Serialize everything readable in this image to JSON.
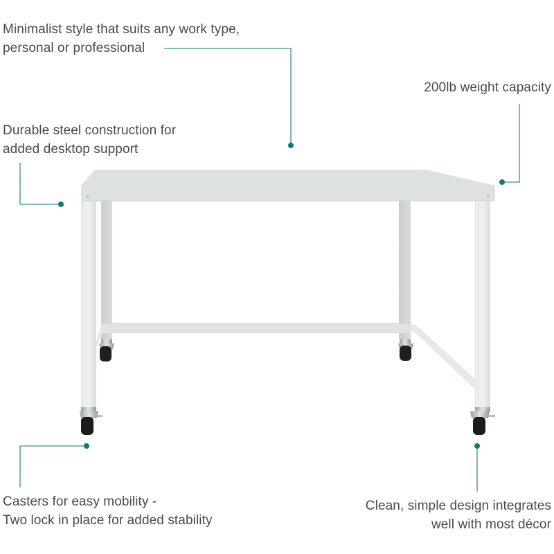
{
  "accent_color": "#0f7b7b",
  "line_color": "#5fa3a5",
  "product": {
    "name": "white-metal-rolling-desk",
    "desk_color": "#dde2de"
  },
  "callouts": [
    {
      "id": "style",
      "lines": [
        "Minimalist style that suits any work type,",
        "personal or professional"
      ]
    },
    {
      "id": "capacity",
      "lines": [
        "200lb weight capacity"
      ]
    },
    {
      "id": "construction",
      "lines": [
        "Durable steel construction for",
        "added desktop support"
      ]
    },
    {
      "id": "casters",
      "lines": [
        "Casters for easy mobility -",
        "Two lock in place for added stability"
      ]
    },
    {
      "id": "design",
      "lines": [
        "Clean, simple design integrates",
        "well with most décor"
      ]
    }
  ]
}
